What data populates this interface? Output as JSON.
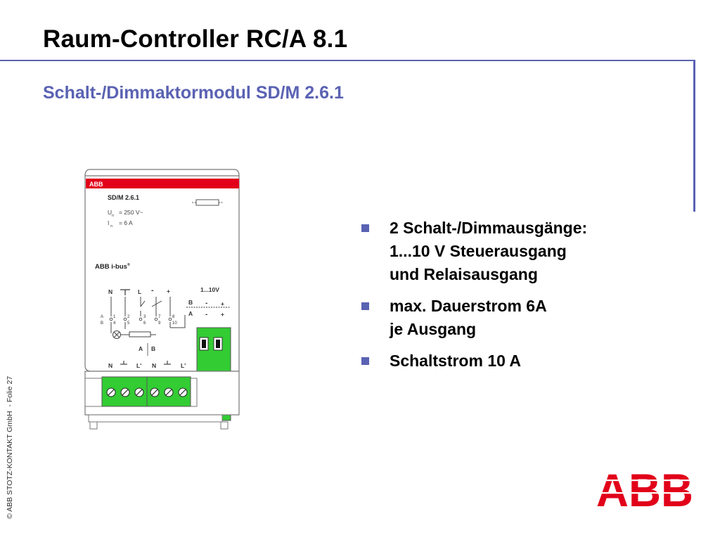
{
  "slide": {
    "title": "Raum-Controller RC/A 8.1",
    "subtitle": "Schalt-/Dimmaktormodul SD/M 2.6.1",
    "footer_left": "© ABB STOTZ-KONTAKT GmbH",
    "footer_right": "- Folie 27"
  },
  "device": {
    "brand": "ABB",
    "model": "SD/M 2.6.1",
    "voltage_symbol": "U",
    "voltage_sub": "n",
    "voltage": "= 250 V~",
    "current_symbol": "I",
    "current_sub": "n",
    "current": "= 6 A",
    "bus_label": "ABB i-bus",
    "bus_reg": "®",
    "label_N": "N",
    "label_L": "L",
    "label_minus": "-",
    "label_plus": "+",
    "label_range": "1...10V",
    "label_B": "B",
    "label_A": "A",
    "left_AB_A": "A",
    "left_AB_B": "B",
    "t1": "1",
    "t2": "2",
    "t3": "3",
    "t7": "7",
    "t8": "8",
    "t4": "4",
    "t5": "5",
    "t6": "6",
    "t9": "9",
    "t10": "10",
    "sel_A": "A",
    "sel_B": "B",
    "bottom_N1": "N",
    "bottom_L1": "L'",
    "bottom_N2": "N",
    "bottom_L2": "L'",
    "colors": {
      "terminal_green": "#33cc33",
      "brand_red": "#e2001a"
    }
  },
  "bullets": [
    {
      "lines": [
        "2 Schalt-/Dimmausgänge:",
        "1...10 V Steuerausgang",
        "und Relaisausgang"
      ]
    },
    {
      "lines": [
        "max. Dauerstrom 6A",
        "je Ausgang"
      ]
    },
    {
      "lines": [
        "Schaltstrom 10 A"
      ]
    }
  ],
  "logo": {
    "text": "ABB",
    "color": "#e2001a"
  },
  "colors": {
    "accent": "#5a62b3"
  }
}
